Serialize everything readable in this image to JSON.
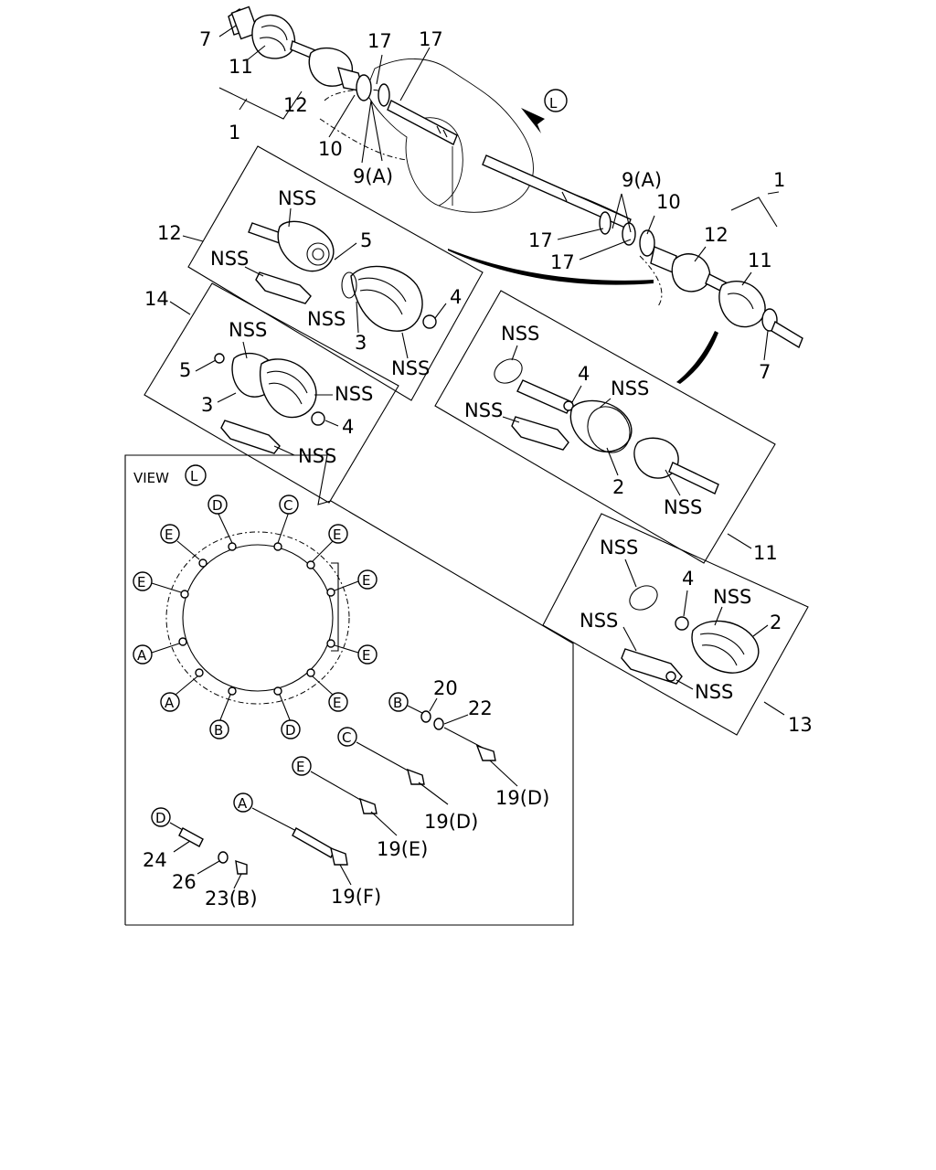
{
  "labels": {
    "l7_top": "7",
    "l11_top": "11",
    "l12_top": "12",
    "l1_top": "1",
    "l17_a": "17",
    "l17_b": "17",
    "l10_top": "10",
    "l9a_top": "9(A)",
    "l_view_arrow": "L",
    "l9a_right": "9(A)",
    "l1_right": "1",
    "l10_right": "10",
    "l17_c": "17",
    "l17_d": "17",
    "l12_right": "12",
    "l11_right": "11",
    "l7_right": "7",
    "b12_label": "12",
    "b12_nss1": "NSS",
    "b12_5": "5",
    "b12_nss2": "NSS",
    "b12_3": "3",
    "b12_nss3": "NSS",
    "b12_4": "4",
    "b12_nss4": "NSS",
    "b14_label": "14",
    "b14_nss1": "NSS",
    "b14_5": "5",
    "b14_3": "3",
    "b14_nss2": "NSS",
    "b14_4": "4",
    "b14_nss3": "NSS",
    "b11_nss1": "NSS",
    "b11_4": "4",
    "b11_nss2": "NSS",
    "b11_nss3": "NSS",
    "b11_2": "2",
    "b11_nss4": "NSS",
    "b11_label": "11",
    "b13_nss1": "NSS",
    "b13_4": "4",
    "b13_nss2": "NSS",
    "b13_nss3": "NSS",
    "b13_2": "2",
    "b13_nss4": "NSS",
    "b13_label": "13",
    "view_title": "VIEW",
    "view_letter": "L",
    "v_d1": "D",
    "v_c1": "C",
    "v_e1": "E",
    "v_e2": "E",
    "v_e3": "E",
    "v_e4": "E",
    "v_e5": "E",
    "v_e6": "E",
    "v_a1": "A",
    "v_a2": "A",
    "v_b1": "B",
    "v_d2": "D",
    "f_b": "B",
    "f_20": "20",
    "f_22": "22",
    "f_c": "C",
    "f_19d1": "19(D)",
    "f_19d2": "19(D)",
    "f_e": "E",
    "f_19e": "19(E)",
    "f_a": "A",
    "f_19f": "19(F)",
    "f_d": "D",
    "f_24": "24",
    "f_26": "26",
    "f_23b": "23(B)"
  }
}
